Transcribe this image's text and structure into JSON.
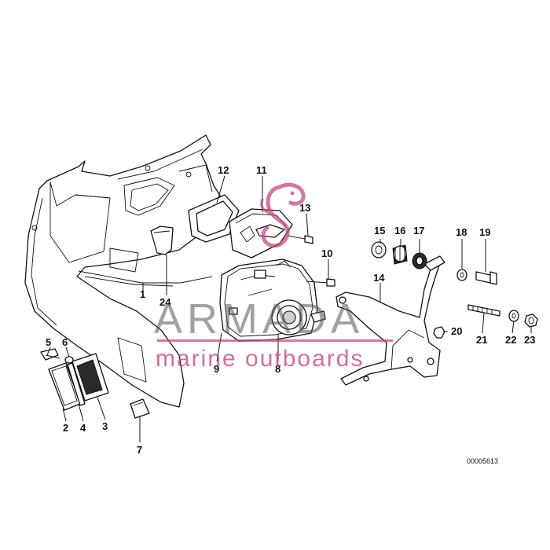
{
  "watermark": {
    "brand": "ARMADA",
    "tagline": "marine outboards",
    "accent_color": "#c0407a"
  },
  "drawing_number": "00005613",
  "callouts": {
    "c1": "1",
    "c2": "2",
    "c3": "3",
    "c4": "4",
    "c5": "5",
    "c6": "6",
    "c7": "7",
    "c8": "8",
    "c9": "9",
    "c10": "10",
    "c11": "11",
    "c12": "12",
    "c13": "13",
    "c14": "14",
    "c15": "15",
    "c16": "16",
    "c17": "17",
    "c18": "18",
    "c19": "19",
    "c20": "20",
    "c21": "21",
    "c22": "22",
    "c23": "23",
    "c24": "24"
  }
}
